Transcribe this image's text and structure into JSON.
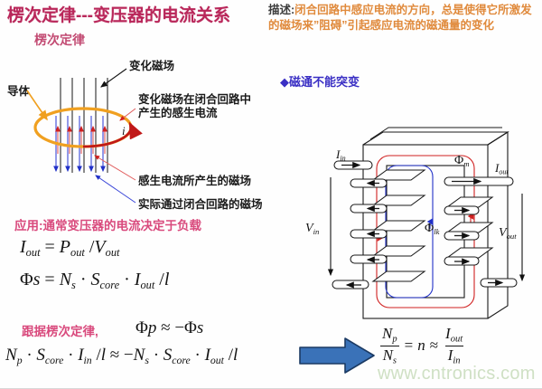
{
  "slide": {
    "title": "楞次定律---变压器的电流关系",
    "subtitle": "楞次定律",
    "watermark": "www.cntronics.com",
    "colors": {
      "title": "#b9275a",
      "subtitle": "#c24a72",
      "description": "#e08a3c",
      "bullet": "#3a2fc4",
      "pink_heading": "#d94a7d",
      "loop_orange": "#f0a020",
      "induced_red": "#d02020",
      "flux_blue": "#2030c8",
      "arrow_blue": "#3a72b8",
      "watermark": "#cfe0c4"
    }
  },
  "description": {
    "label": "描述:",
    "text": "闭合回路中感应电流的方向，总是使得它所激发的磁场来”阻碍”引起感应电流的磁通量的变化"
  },
  "bullet": {
    "marker": "◆",
    "text": "磁通不能突变"
  },
  "left_diagram": {
    "labels": {
      "conductor": "导体",
      "changing_field": "变化磁场",
      "induced_current": "变化磁场在闭合回路中产生的感生电流",
      "induced_current_line1": "变化磁场在闭合回路中",
      "induced_current_line2": "产生的感生电流",
      "induced_field": "感生电流所产生的磁场",
      "actual_field": "实际通过闭合回路的磁场",
      "current_symbol": "i"
    }
  },
  "application": {
    "heading": "应用:通常变压器的电流决定于负载",
    "formula_1": "I_out = P_out / V_out",
    "formula_2": "Φs = N_s · S_core · I_out / l"
  },
  "lenz_block": {
    "heading": "跟据楞次定律,",
    "formula_1": "Φp ≈ −Φs",
    "formula_2": "N_p · S_core · I_in / l ≈ −N_s · S_core · I_out / l"
  },
  "final_formula": {
    "numerator": "N_p",
    "denominator": "N_s",
    "equals": "=",
    "ratio": "n",
    "approx": "≈",
    "rhs_numerator": "I_out",
    "rhs_denominator": "I_in"
  },
  "transformer_diagram": {
    "labels": {
      "current_in": "I_in",
      "current_out": "I_out",
      "voltage_in": "V_in",
      "voltage_out": "V_out",
      "main_flux": "Φm",
      "leakage_flux": "Φlk"
    }
  }
}
